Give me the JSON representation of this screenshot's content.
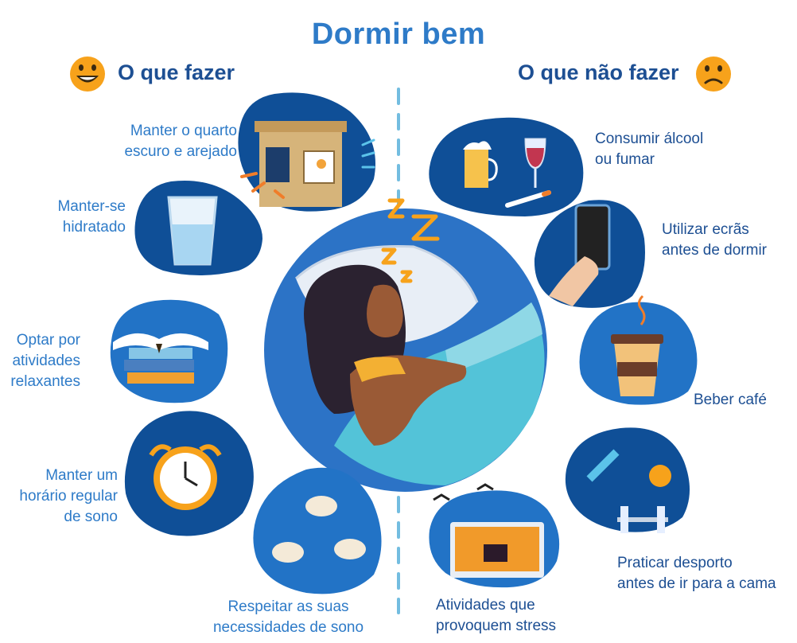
{
  "title": "Dormir bem",
  "do": {
    "heading": "O que fazer",
    "items": [
      {
        "lines": [
          "Manter o quarto",
          "escuro e arejado"
        ]
      },
      {
        "lines": [
          "Manter-se",
          "hidratado"
        ]
      },
      {
        "lines": [
          "Optar por",
          "atividades",
          "relaxantes"
        ]
      },
      {
        "lines": [
          "Manter um",
          "horário regular",
          "de sono"
        ]
      },
      {
        "lines": [
          "Respeitar as suas",
          "necessidades de sono"
        ]
      }
    ]
  },
  "dont": {
    "heading": "O que não fazer",
    "items": [
      {
        "lines": [
          "Consumir álcool",
          "ou fumar"
        ]
      },
      {
        "lines": [
          "Utilizar ecrãs",
          "antes de dormir"
        ]
      },
      {
        "lines": [
          "Beber café"
        ]
      },
      {
        "lines": [
          "Praticar desporto",
          "antes de ir para a cama"
        ]
      },
      {
        "lines": [
          "Atividades que",
          "provoquem stress"
        ]
      }
    ]
  },
  "icons": {
    "happy": "smiling-face-icon",
    "sad": "frowning-face-icon",
    "sleep": "zzz-icon"
  },
  "colors": {
    "light_blue": "#2e7bc8",
    "dark_blue": "#1d4f93",
    "blob_dark": "#0f4f97",
    "blob_mid": "#1e6fc5",
    "orange": "#f7a21b"
  }
}
